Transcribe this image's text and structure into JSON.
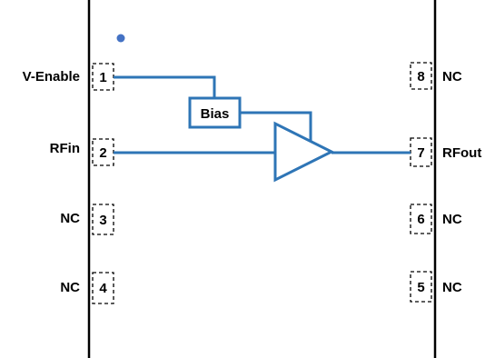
{
  "colors": {
    "wire": "#2e75b6",
    "package_outline": "#000000",
    "pin_box": "#000000",
    "pin1_dot": "#4472c4",
    "background": "#ffffff"
  },
  "left_pins": [
    {
      "number": "1",
      "label": "V-Enable"
    },
    {
      "number": "2",
      "label": "RFin"
    },
    {
      "number": "3",
      "label": "NC"
    },
    {
      "number": "4",
      "label": "NC"
    }
  ],
  "right_pins": [
    {
      "number": "8",
      "label": "NC"
    },
    {
      "number": "7",
      "label": "RFout"
    },
    {
      "number": "6",
      "label": "NC"
    },
    {
      "number": "5",
      "label": "NC"
    }
  ],
  "bias_block": {
    "label": "Bias"
  },
  "amplifier": {
    "shape": "triangle"
  }
}
